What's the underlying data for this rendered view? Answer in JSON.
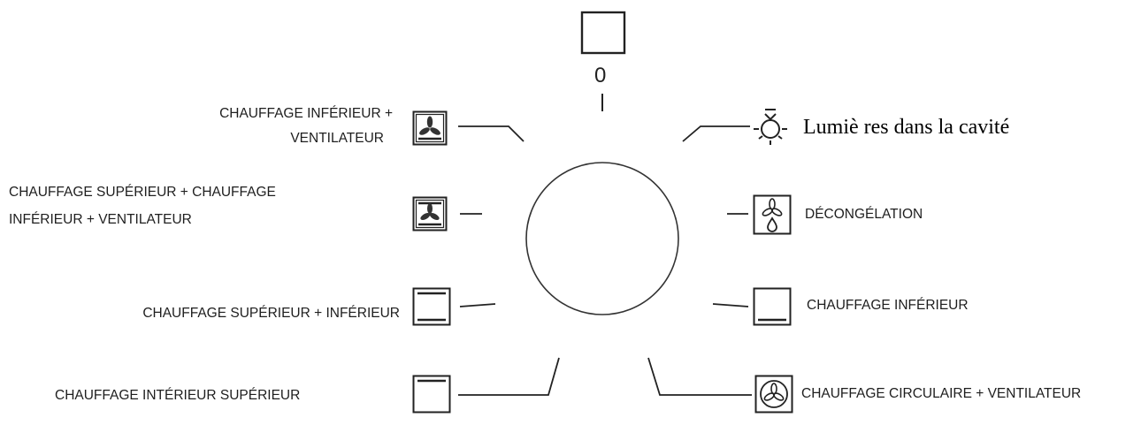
{
  "positions": [
    {
      "id": "off",
      "symbol": "0",
      "icon": "empty-square-icon"
    },
    {
      "id": "lamp",
      "label": "Lumiè res dans la cavité",
      "icon": "lamp-icon"
    },
    {
      "id": "defrost",
      "label": "DÉCONGÉLATION",
      "icon": "fan-droplet-icon"
    },
    {
      "id": "bottom_heat",
      "label": "CHAUFFAGE INFÉRIEUR",
      "icon": "bottom-heat-icon"
    },
    {
      "id": "circular_fan",
      "label": "CHAUFFAGE CIRCULAIRE + VENTILATEUR",
      "icon": "circular-fan-icon"
    },
    {
      "id": "top_inner",
      "label": "CHAUFFAGE  INTÉRIEUR  SUPÉRIEUR",
      "icon": "top-heat-icon"
    },
    {
      "id": "top_bottom",
      "label": "CHAUFFAGE SUPÉRIEUR + INFÉRIEUR",
      "icon": "top-bottom-heat-icon"
    },
    {
      "id": "top_bottom_fan",
      "label_line1": "CHAUFFAGE  SUPÉRIEUR  +  CHAUFFAGE",
      "label_line2": "INFÉRIEUR + VENTILATEUR",
      "icon": "top-bottom-fan-icon"
    },
    {
      "id": "bottom_fan",
      "label_line1": "CHAUFFAGE INFÉRIEUR +",
      "label_line2": "VENTILATEUR",
      "icon": "bottom-fan-icon"
    }
  ]
}
